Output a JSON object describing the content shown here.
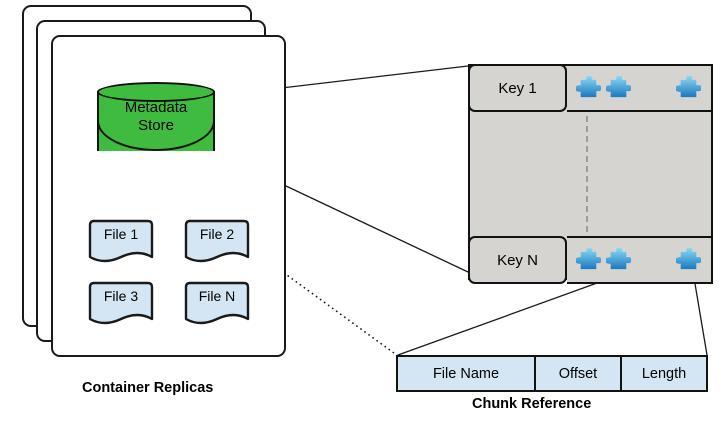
{
  "diagram": {
    "title_left": "Container Replicas",
    "title_right": "Chunk Reference"
  },
  "container_replicas": {
    "caption": "Container Replicas",
    "replica_count": 3,
    "metadata_store": {
      "label_line1": "Metadata",
      "label_line2": "Store",
      "shape": "cylinder",
      "color": "#3fbb3f"
    },
    "files": [
      {
        "label": "File 1"
      },
      {
        "label": "File 2"
      },
      {
        "label": "File 3"
      },
      {
        "label": "File N"
      }
    ],
    "file_color": "#d4e6f3"
  },
  "metadata_table": {
    "fill": "#d5d4d0",
    "rows": [
      {
        "key": "Key 1",
        "chunks": 3
      },
      {
        "key": "Key N",
        "chunks": 3
      }
    ],
    "ellipsis_divider": "dashed-vertical"
  },
  "chunk_reference": {
    "caption": "Chunk Reference",
    "fields": [
      {
        "label": "File Name"
      },
      {
        "label": "Offset"
      },
      {
        "label": "Length"
      }
    ],
    "fill": "#d4e6f3"
  },
  "connectors": {
    "metadata_to_table": "solid",
    "chunk_to_reference": "solid",
    "reference_to_file2": "dotted-arrow"
  },
  "icons": {
    "puzzle": "puzzle-piece-icon",
    "puzzle_color_top": "#7fd4f0",
    "puzzle_color_bottom": "#1b79bf"
  }
}
